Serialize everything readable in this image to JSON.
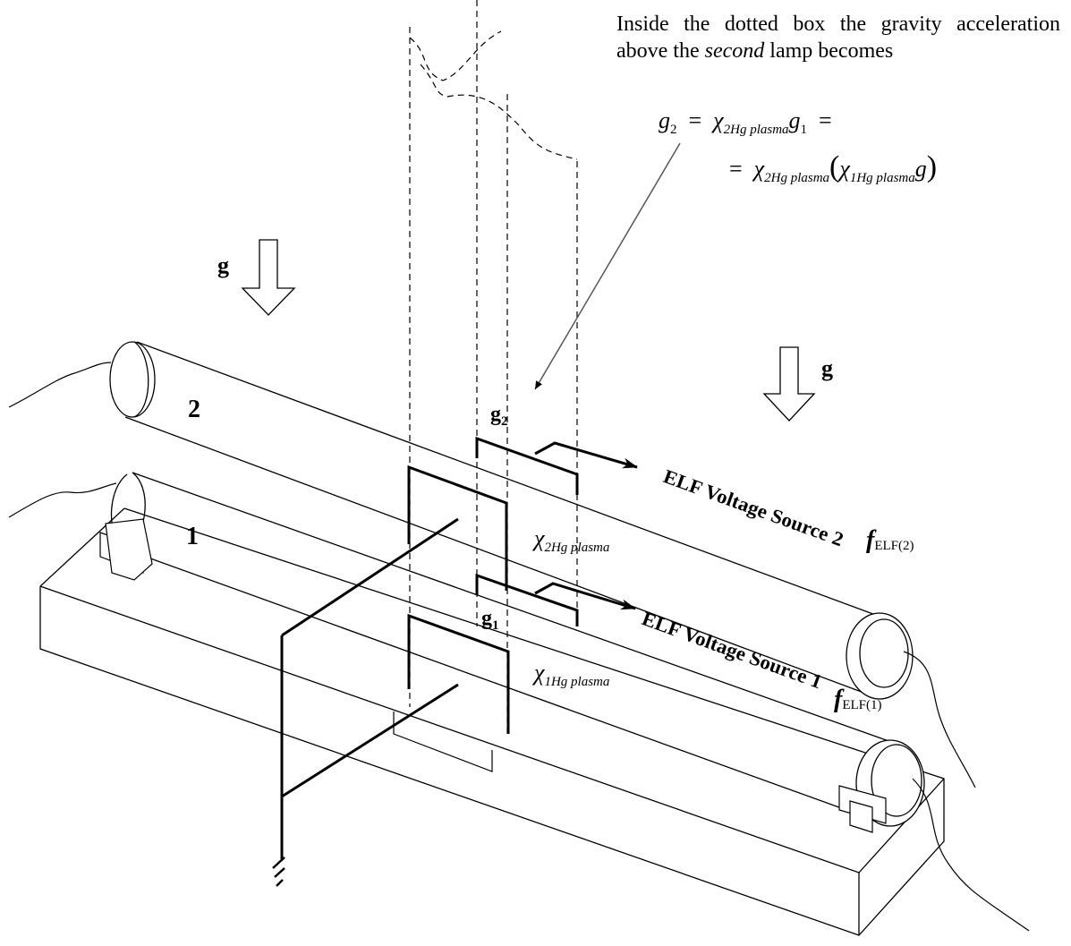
{
  "note": {
    "prefix": "Inside the dotted box the gravity acceleration above the ",
    "emphasis": "second",
    "suffix": " lamp becomes"
  },
  "equation": {
    "line1_lhs": "g",
    "line1_lhs_sub": "2",
    "eq": "=",
    "chi": "χ",
    "chi2_sub": "2Hg  plasma",
    "g1": "g",
    "g1_sub": "1",
    "line1_end": "=",
    "line2_open": "(",
    "chi1_sub": "1Hg  plasma",
    "g": "g",
    "line2_close": ")"
  },
  "labels": {
    "g_left": "g",
    "g_right": "g",
    "lamp2": "2",
    "lamp1": "1",
    "g2": "g",
    "g2_sub": "2",
    "g1": "g",
    "g1_sub": "1",
    "chi_symbol": "χ",
    "chi2_sub": "2Hg  plasma",
    "chi1_sub": "1Hg  plasma",
    "elf2": "ELF Voltage Source 2",
    "elf1": "ELF Voltage Source 1",
    "f": "f",
    "f2_sub": "ELF(2)",
    "f1_sub": "ELF(1)"
  }
}
